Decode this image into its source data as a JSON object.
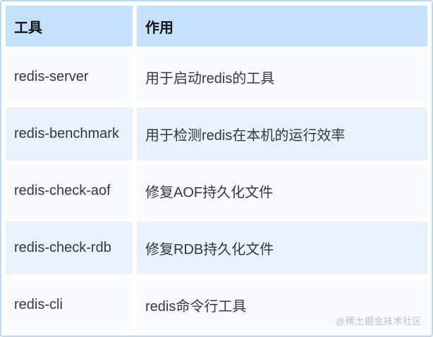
{
  "table": {
    "columns": [
      {
        "label": "工具"
      },
      {
        "label": "作用"
      }
    ],
    "rows": [
      {
        "tool": "redis-server",
        "purpose": "用于启动redis的工具"
      },
      {
        "tool": "redis-benchmark",
        "purpose": "用于检测redis在本机的运行效率"
      },
      {
        "tool": "redis-check-aof",
        "purpose": "修复AOF持久化文件"
      },
      {
        "tool": "redis-check-rdb",
        "purpose": "修复RDB持久化文件"
      },
      {
        "tool": "redis-cli",
        "purpose": "redis命令行工具"
      }
    ]
  },
  "watermark": {
    "text": "@稀土掘金技术社区"
  },
  "colors": {
    "header_bg": "#c6e1fb",
    "row_odd_bg": "#f8fbfe",
    "row_even_bg": "#e9f2fb",
    "card_border": "#bdd8ec",
    "body_text": "#333740",
    "watermark_text": "#b9bfc6"
  }
}
